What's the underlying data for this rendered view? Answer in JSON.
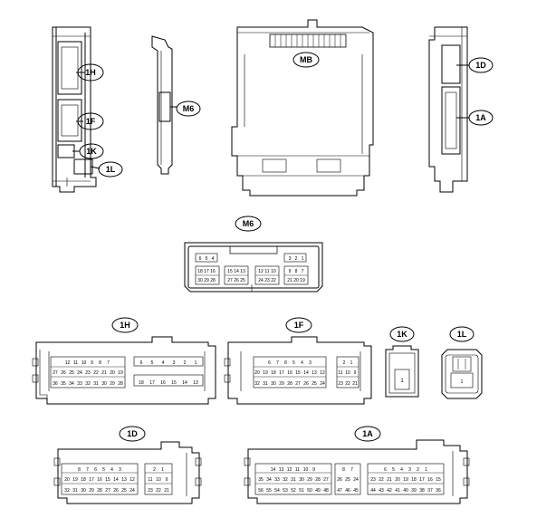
{
  "top_view": {
    "left_part_labels": [
      "1H",
      "1F",
      "1K",
      "1L"
    ],
    "bracket_label": "M6",
    "main_box_label": "MB",
    "right_part_labels": [
      "1D",
      "1A"
    ]
  },
  "connectors": {
    "M6": {
      "label": "M6",
      "rows_left": [
        [
          "6",
          "5",
          "4"
        ],
        [
          "18",
          "17",
          "16"
        ],
        [
          "30",
          "29",
          "28"
        ]
      ],
      "rows_mid": [
        [
          "15",
          "14",
          "13"
        ],
        [
          "27",
          "26",
          "25"
        ]
      ],
      "rows_mid2": [
        [
          "12",
          "11",
          "10"
        ],
        [
          "24",
          "23",
          "22"
        ]
      ],
      "rows_right": [
        [
          "3",
          "2",
          "1"
        ],
        [
          "9",
          "8",
          "7"
        ],
        [
          "21",
          "20",
          "19"
        ]
      ]
    },
    "1H": {
      "label": "1H",
      "left_rows": [
        [
          "12",
          "11",
          "10",
          "9",
          "8",
          "7"
        ],
        [
          "27",
          "26",
          "25",
          "24",
          "23",
          "22",
          "21",
          "20",
          "19"
        ],
        [
          "36",
          "35",
          "34",
          "33",
          "32",
          "31",
          "30",
          "29",
          "28"
        ]
      ],
      "right_rows": [
        [
          "6",
          "5",
          "4",
          "3",
          "2",
          "1"
        ],
        [
          "18",
          "17",
          "16",
          "15",
          "14",
          "13"
        ]
      ]
    },
    "1F": {
      "label": "1F",
      "left_rows": [
        [
          "6",
          "7",
          "8",
          "5",
          "4",
          "3"
        ],
        [
          "20",
          "19",
          "18",
          "17",
          "16",
          "15",
          "14",
          "13",
          "12"
        ],
        [
          "32",
          "31",
          "30",
          "29",
          "28",
          "27",
          "26",
          "25",
          "24"
        ]
      ],
      "right_rows": [
        [
          "2",
          "1"
        ],
        [
          "11",
          "10",
          "9"
        ],
        [
          "23",
          "22",
          "21"
        ]
      ]
    },
    "1K": {
      "label": "1K",
      "pin": "1"
    },
    "1L": {
      "label": "1L",
      "pin": "1"
    },
    "1D": {
      "label": "1D",
      "left_rows": [
        [
          "8",
          "7",
          "6",
          "5",
          "4",
          "3"
        ],
        [
          "20",
          "19",
          "18",
          "17",
          "16",
          "15",
          "14",
          "13",
          "12"
        ],
        [
          "32",
          "31",
          "30",
          "29",
          "28",
          "27",
          "26",
          "25",
          "24"
        ]
      ],
      "right_rows": [
        [
          "2",
          "1"
        ],
        [
          "11",
          "10",
          "9"
        ],
        [
          "23",
          "22",
          "21"
        ]
      ]
    },
    "1A": {
      "label": "1A",
      "left_rows": [
        [
          "14",
          "13",
          "12",
          "11",
          "10",
          "9"
        ],
        [
          "35",
          "34",
          "33",
          "32",
          "31",
          "30",
          "29",
          "28",
          "27"
        ],
        [
          "56",
          "55",
          "54",
          "53",
          "52",
          "51",
          "50",
          "49",
          "48"
        ]
      ],
      "mid_rows": [
        [
          "8",
          "7"
        ],
        [
          "26",
          "25",
          "24"
        ],
        [
          "47",
          "46",
          "45"
        ]
      ],
      "right_rows": [
        [
          "6",
          "5",
          "4",
          "3",
          "2",
          "1"
        ],
        [
          "23",
          "22",
          "21",
          "20",
          "19",
          "18",
          "17",
          "16",
          "15"
        ],
        [
          "44",
          "43",
          "42",
          "41",
          "40",
          "39",
          "38",
          "37",
          "36"
        ]
      ]
    }
  }
}
